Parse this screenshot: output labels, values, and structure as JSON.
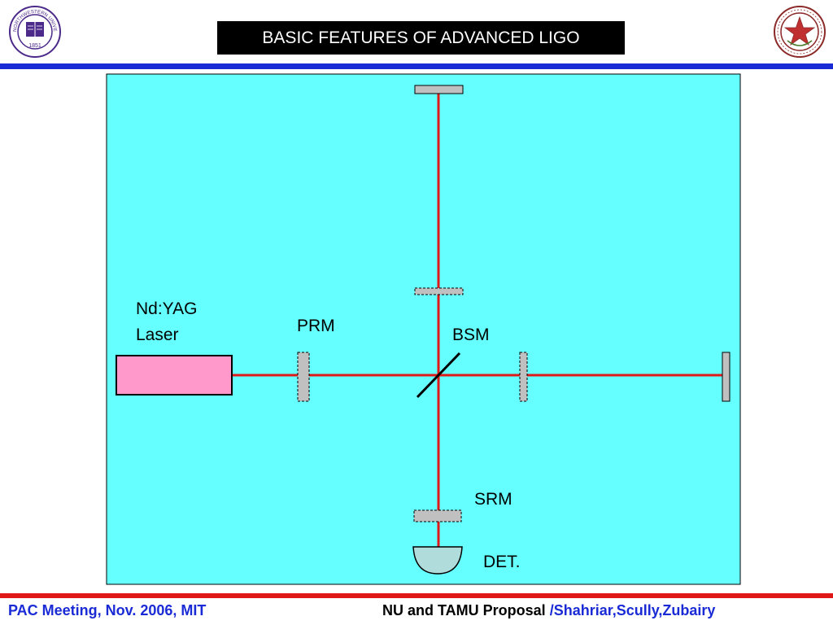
{
  "header": {
    "title": "BASIC FEATURES OF ADVANCED LIGO",
    "left_logo": {
      "name": "northwestern-university-seal",
      "text": "NORTHWESTERN UNIVERSITY",
      "year": "1851"
    },
    "right_logo": {
      "name": "texas-am-university-seal"
    }
  },
  "diagram": {
    "background_color": "#66ffff",
    "beam_color": "#e01818",
    "labels": {
      "laser_line1": "Nd:YAG",
      "laser_line2": "Laser",
      "prm": "PRM",
      "bsm": "BSM",
      "srm": "SRM",
      "det": "DET."
    }
  },
  "footer": {
    "left": "PAC Meeting, Nov. 2006, MIT",
    "right_part1": "NU and TAMU Proposal ",
    "right_part2": "/Shahriar,Scully,Zubairy"
  },
  "colors": {
    "accent_blue": "#1a2bd6",
    "accent_red": "#e01818",
    "title_bg": "#000000"
  }
}
